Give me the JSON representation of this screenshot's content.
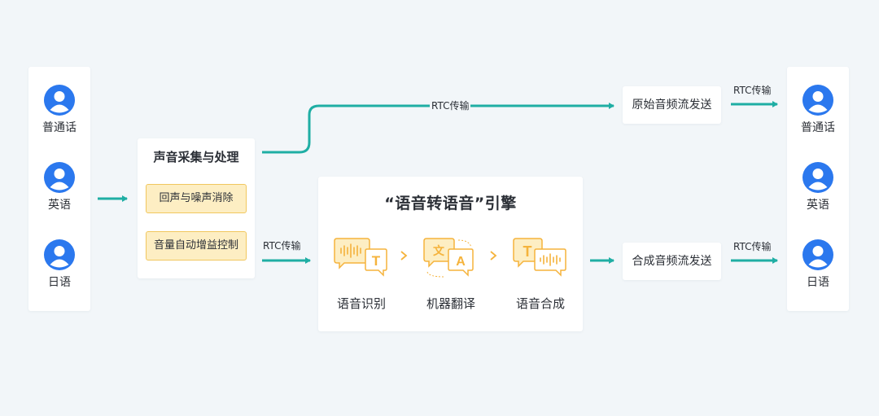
{
  "colors": {
    "arrow": "#1faea4",
    "user": "#2b78ee",
    "highlight_fill": "#fdeec3",
    "highlight_border": "#f1c75e",
    "icon_accent": "#f5b33c"
  },
  "left_users": [
    {
      "label": "普通话"
    },
    {
      "label": "英语"
    },
    {
      "label": "日语"
    }
  ],
  "right_users": [
    {
      "label": "普通话"
    },
    {
      "label": "英语"
    },
    {
      "label": "日语"
    }
  ],
  "capture": {
    "title": "声音采集与处理",
    "steps": [
      "回声与噪声消除",
      "音量自动增益控制"
    ]
  },
  "engine": {
    "title": "“语音转语音”引擎",
    "steps": [
      {
        "label": "语音识别",
        "icon": "speech-recognition-icon"
      },
      {
        "label": "机器翻译",
        "icon": "machine-translation-icon"
      },
      {
        "label": "语音合成",
        "icon": "speech-synthesis-icon"
      }
    ]
  },
  "outputs": {
    "original": "原始音频流发送",
    "synth": "合成音频流发送"
  },
  "links": {
    "top_rtc": "RTC传输",
    "engine_rtc": "RTC传输",
    "out_top_rtc": "RTC传输",
    "out_bottom_rtc": "RTC传输"
  }
}
